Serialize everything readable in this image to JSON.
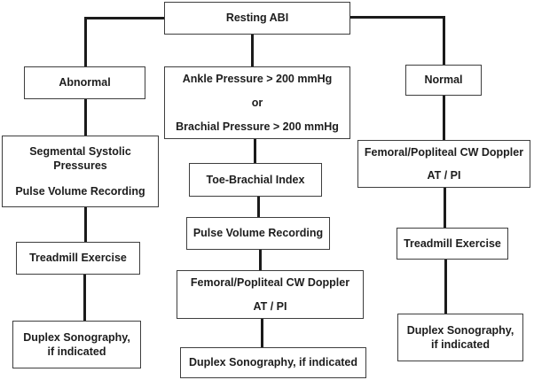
{
  "flowchart": {
    "root": {
      "label": "Resting ABI"
    },
    "left_branch": {
      "condition": {
        "label": "Abnormal"
      },
      "steps": [
        {
          "lines": [
            "Segmental Systolic Pressures",
            "Pulse Volume Recording"
          ]
        },
        {
          "lines": [
            "Treadmill Exercise"
          ]
        },
        {
          "lines": [
            "Duplex Sonography, if indicated"
          ]
        }
      ]
    },
    "middle_branch": {
      "condition": {
        "lines": [
          "Ankle Pressure > 200 mmHg",
          "or",
          "Brachial Pressure > 200 mmHg"
        ]
      },
      "steps": [
        {
          "lines": [
            "Toe-Brachial Index"
          ]
        },
        {
          "lines": [
            "Pulse Volume Recording"
          ]
        },
        {
          "lines": [
            "Femoral/Popliteal CW Doppler",
            "AT / PI"
          ]
        },
        {
          "lines": [
            "Duplex Sonography, if indicated"
          ]
        }
      ]
    },
    "right_branch": {
      "condition": {
        "label": "Normal"
      },
      "steps": [
        {
          "lines": [
            "Femoral/Popliteal CW Doppler",
            "AT / PI"
          ]
        },
        {
          "lines": [
            "Treadmill Exercise"
          ]
        },
        {
          "lines": [
            "Duplex Sonography, if indicated"
          ]
        }
      ]
    },
    "colors": {
      "line": "#1b1b1b",
      "border": "#3e3e3e",
      "text": "#1d1d1d",
      "background": "#ffffff"
    }
  }
}
